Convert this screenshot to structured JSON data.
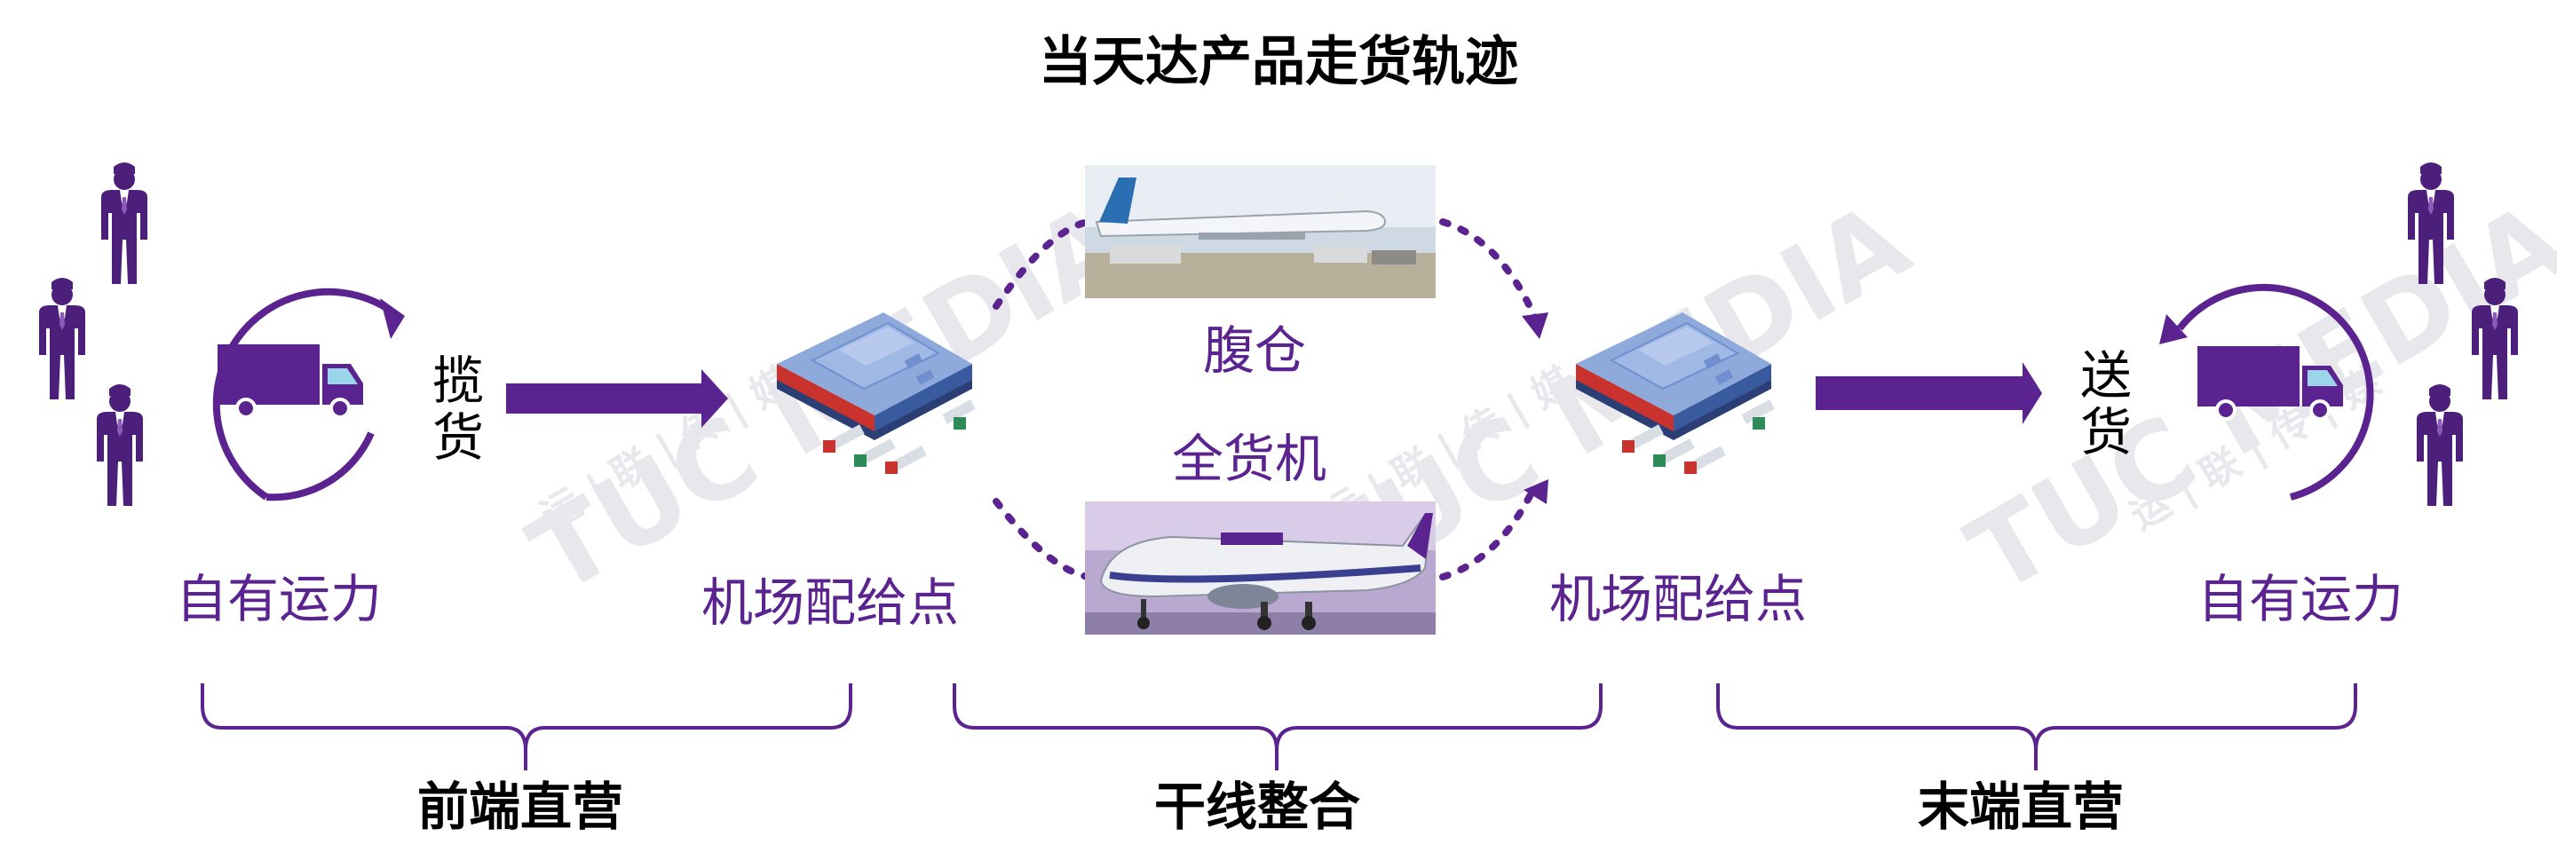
{
  "title": "当天达产品走货轨迹",
  "watermark": {
    "brand": "TUC MEDIA",
    "sub": "运 | 联 | 传 | 媒"
  },
  "left_section": {
    "transport_label": "自有运力",
    "action_label": "揽货",
    "hub_label": "机场配给点"
  },
  "middle_section": {
    "belly_label": "腹仓",
    "freighter_label": "全货机"
  },
  "right_section": {
    "hub_label": "机场配给点",
    "action_label": "送货",
    "transport_label": "自有运力"
  },
  "segments": [
    {
      "label": "前端直营"
    },
    {
      "label": "干线整合"
    },
    {
      "label": "末端直营"
    }
  ],
  "colors": {
    "accent": "#5b238f",
    "hub_top": "#8eaadb",
    "hub_side": "#6f8fd0",
    "hub_stripe_red": "#c9322d",
    "truck_cab": "#9bd5ea"
  },
  "icons": [
    "person-icon",
    "truck-icon",
    "cycle-arrow-icon",
    "hub-chip-icon",
    "arrow-icon",
    "airplane-icon"
  ]
}
